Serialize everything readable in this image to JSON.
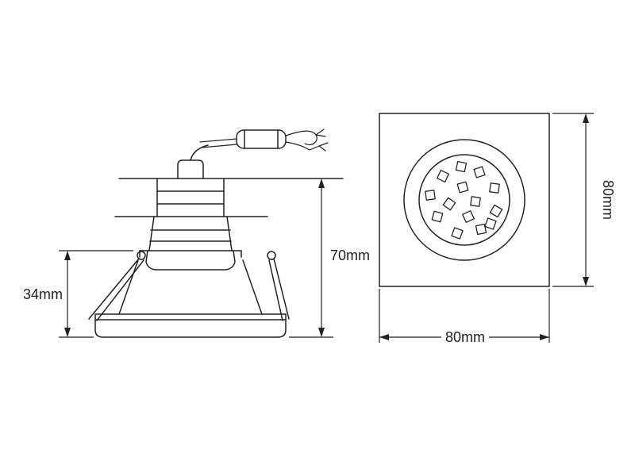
{
  "side_view": {
    "height_label": "70mm",
    "depth_label": "34mm"
  },
  "front_view": {
    "height_label": "80mm",
    "width_label": "80mm"
  }
}
